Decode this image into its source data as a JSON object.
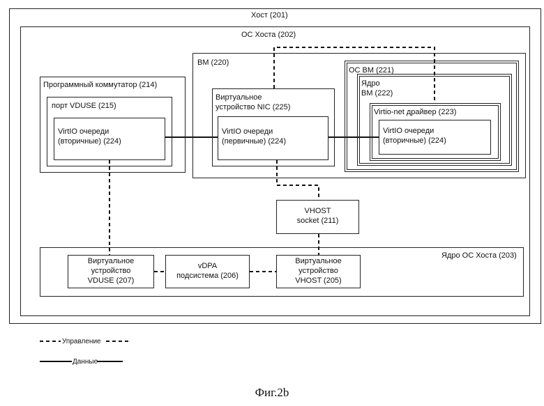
{
  "labels": {
    "host": "Хост (201)",
    "host_os": "ОС Хоста (202)",
    "vm": "ВМ (220)",
    "vm_os": "ОС ВМ (221)",
    "vm_kernel_line1": "Ядро",
    "vm_kernel_line2": "ВМ (222)",
    "virtio_net_driver": "Virtio-net драйвер (223)",
    "switch": "Программный коммутатор (214)",
    "vduse_port": "порт VDUSE (215)",
    "queues_secondary_left_line1": "VirtIO очереди",
    "queues_secondary_left_line2": "(вторичные) (224)",
    "nic_line1": "Виртуальное",
    "nic_line2": "устройство NIC (225)",
    "queues_primary_line1": "VirtIO очереди",
    "queues_primary_line2": "(первичные) (224)",
    "queues_secondary_right_line1": "VirtIO очереди",
    "queues_secondary_right_line2": "(вторичные) (224)",
    "vhost_socket_line1": "VHOST",
    "vhost_socket_line2": "socket (211)",
    "host_kernel": "Ядро ОС Хоста (203)",
    "vduse_dev_line1": "Виртуальное",
    "vduse_dev_line2": "устройство",
    "vduse_dev_line3": "VDUSE (207)",
    "vdpa_line1": "vDPA",
    "vdpa_line2": "подсистема (206)",
    "vhost_dev_line1": "Виртуальное",
    "vhost_dev_line2": "устройство",
    "vhost_dev_line3": "VHOST (205)"
  },
  "legend": {
    "control": "Управление",
    "data": "Данные"
  },
  "figure_caption": "Фиг.2b"
}
